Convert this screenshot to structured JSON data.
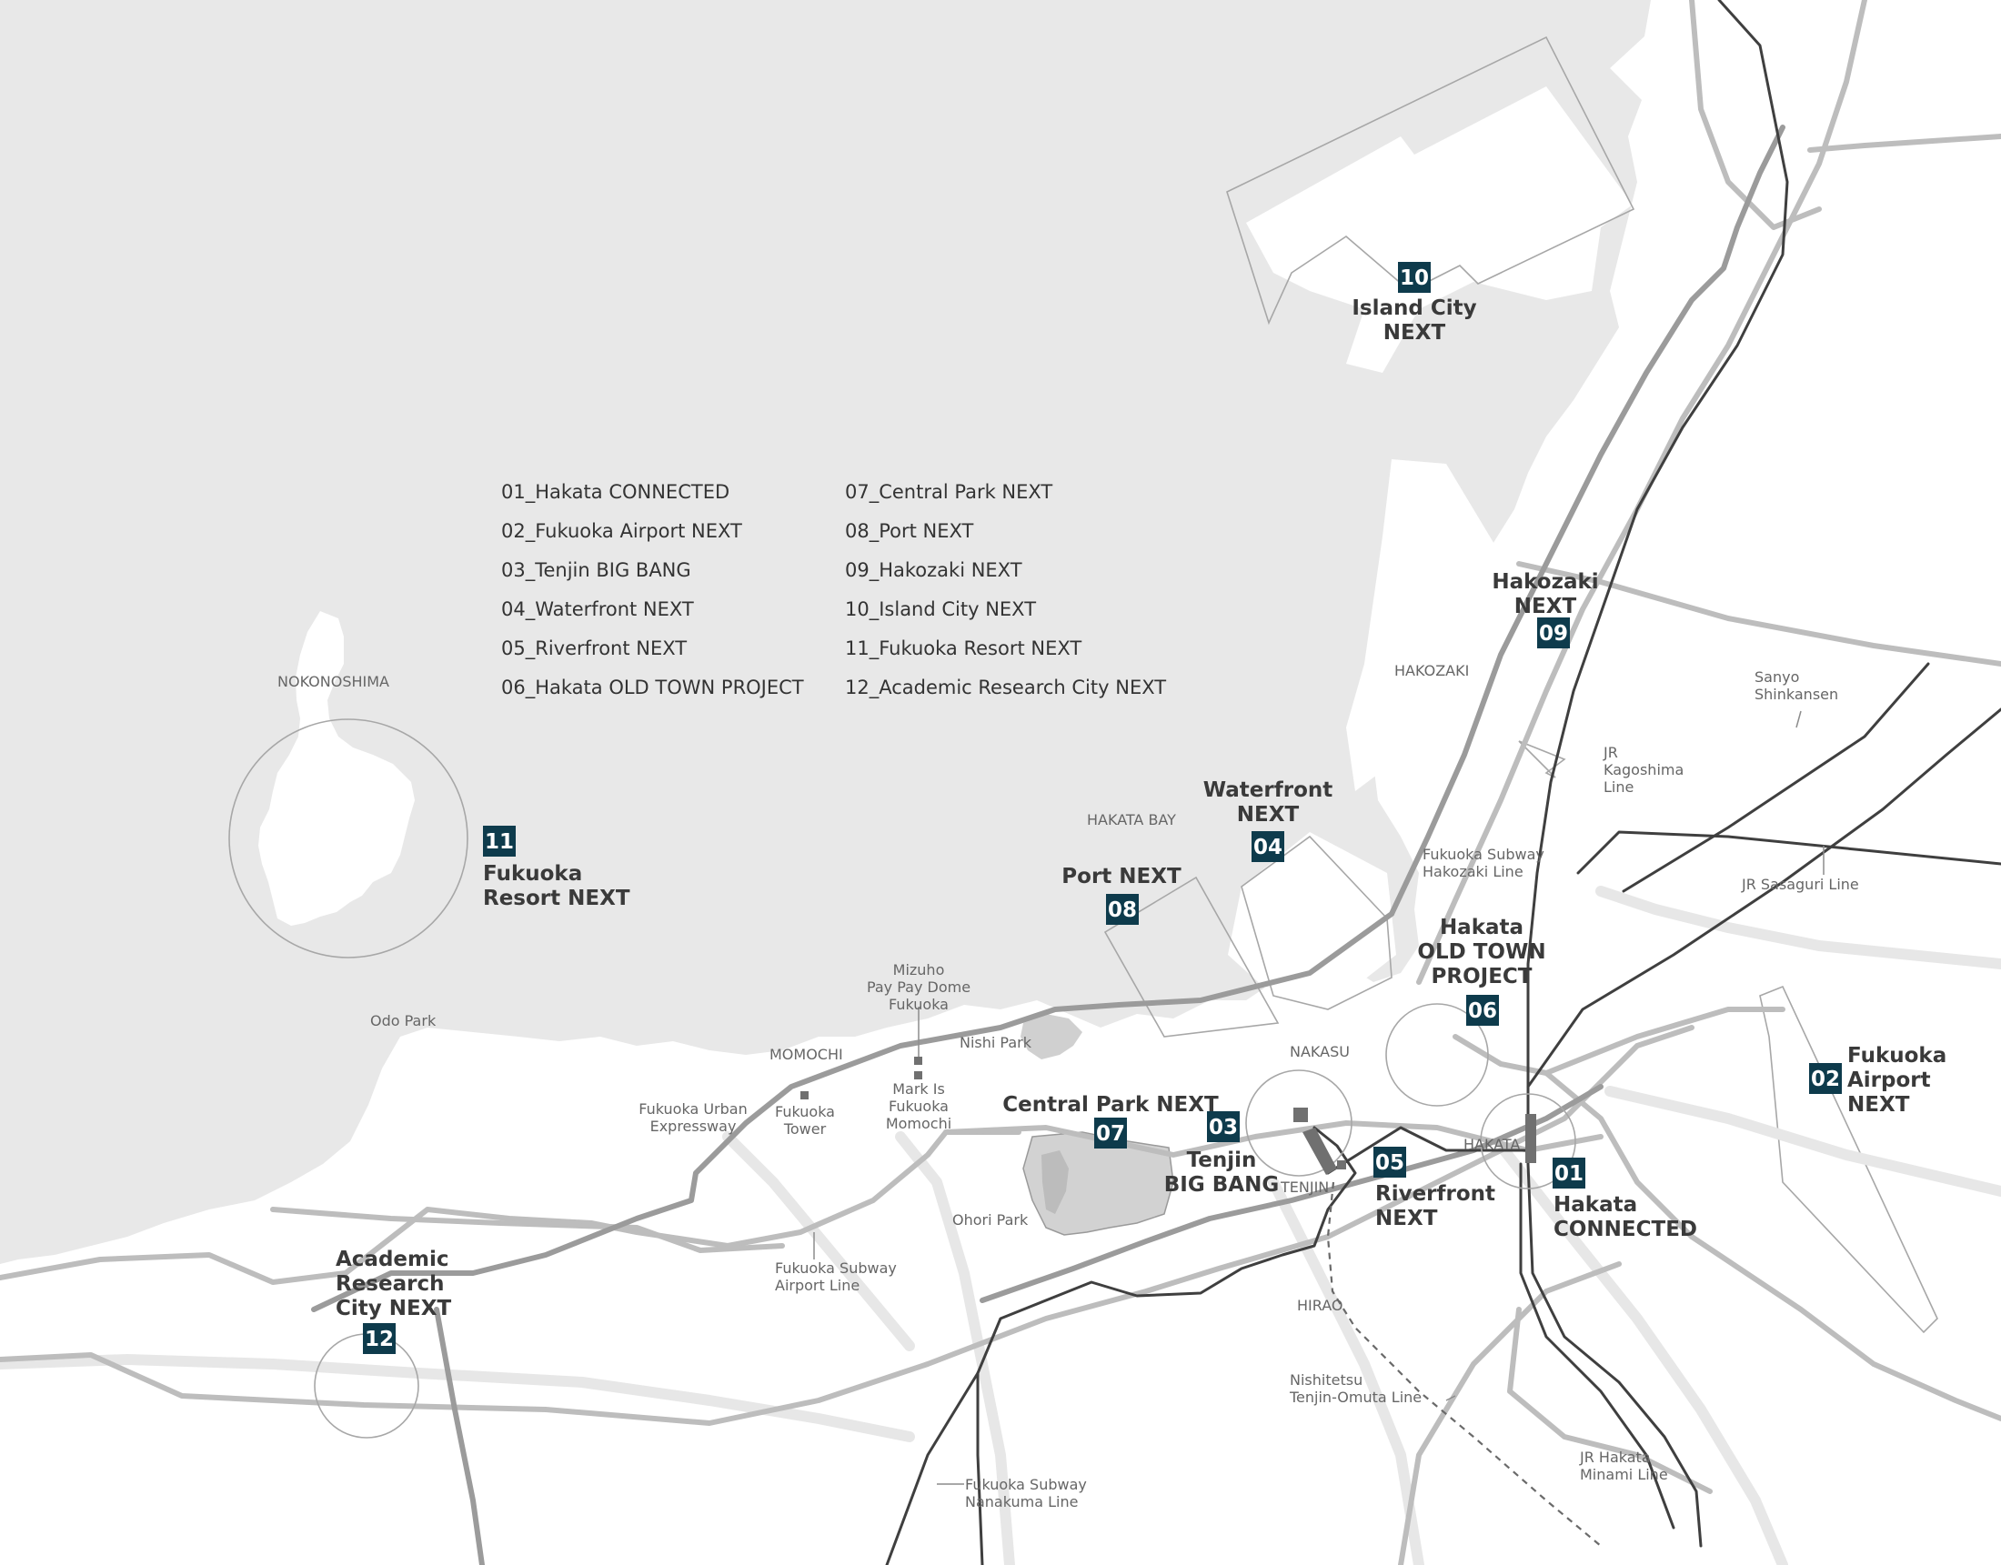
{
  "legend": [
    "01_Hakata CONNECTED",
    "02_Fukuoka Airport NEXT",
    "03_Tenjin BIG BANG",
    "04_Waterfront NEXT",
    "05_Riverfront NEXT",
    "06_Hakata OLD TOWN PROJECT",
    "07_Central Park NEXT",
    "08_Port NEXT",
    "09_Hakozaki NEXT",
    "10_Island City NEXT",
    "11_Fukuoka Resort NEXT",
    "12_Academic Research City NEXT"
  ],
  "projects": [
    {
      "num": "01",
      "label": [
        "Hakata",
        "CONNECTED"
      ]
    },
    {
      "num": "02",
      "label": [
        "Fukuoka",
        "Airport",
        "NEXT"
      ]
    },
    {
      "num": "03",
      "label": [
        "Tenjin",
        "BIG BANG"
      ]
    },
    {
      "num": "04",
      "label": [
        "Waterfront",
        "NEXT"
      ]
    },
    {
      "num": "05",
      "label": [
        "Riverfront",
        "NEXT"
      ]
    },
    {
      "num": "06",
      "label": [
        "Hakata",
        "OLD TOWN",
        "PROJECT"
      ]
    },
    {
      "num": "07",
      "label": [
        "Central Park NEXT"
      ]
    },
    {
      "num": "08",
      "label": [
        "Port NEXT"
      ]
    },
    {
      "num": "09",
      "label": [
        "Hakozaki",
        "NEXT"
      ]
    },
    {
      "num": "10",
      "label": [
        "Island City",
        "NEXT"
      ]
    },
    {
      "num": "11",
      "label": [
        "Fukuoka",
        "Resort NEXT"
      ]
    },
    {
      "num": "12",
      "label": [
        "Academic",
        "Research",
        "City NEXT"
      ]
    }
  ],
  "places": [
    {
      "lines": [
        "NOKONOSHIMA"
      ]
    },
    {
      "lines": [
        "HAKATA BAY"
      ]
    },
    {
      "lines": [
        "HAKOZAKI"
      ]
    },
    {
      "lines": [
        "Odo Park"
      ]
    },
    {
      "lines": [
        "MOMOCHI"
      ]
    },
    {
      "lines": [
        "Mizuho",
        "Pay Pay Dome",
        "Fukuoka"
      ]
    },
    {
      "lines": [
        "Nishi Park"
      ]
    },
    {
      "lines": [
        "NAKASU"
      ]
    },
    {
      "lines": [
        "Fukuoka Urban",
        "Expressway"
      ]
    },
    {
      "lines": [
        "Fukuoka",
        "Tower"
      ]
    },
    {
      "lines": [
        "Mark Is",
        "Fukuoka",
        "Momochi"
      ]
    },
    {
      "lines": [
        "HAKATA"
      ]
    },
    {
      "lines": [
        "TENJIN"
      ]
    },
    {
      "lines": [
        "Ohori Park"
      ]
    },
    {
      "lines": [
        "HIRAO"
      ]
    },
    {
      "lines": [
        "Fukuoka Subway",
        "Airport Line"
      ]
    },
    {
      "lines": [
        "Nishitetsu",
        "Tenjin-Omuta Line"
      ]
    },
    {
      "lines": [
        "Fukuoka Subway",
        "Nanakuma Line"
      ]
    },
    {
      "lines": [
        "JR Hakata",
        "Minami Line"
      ]
    },
    {
      "lines": [
        "Sanyo",
        "Shinkansen"
      ]
    },
    {
      "lines": [
        "JR",
        "Kagoshima",
        "Line"
      ]
    },
    {
      "lines": [
        "Fukuoka Subway",
        "Hakozaki Line"
      ]
    },
    {
      "lines": [
        "JR Sasaguri Line"
      ]
    }
  ]
}
